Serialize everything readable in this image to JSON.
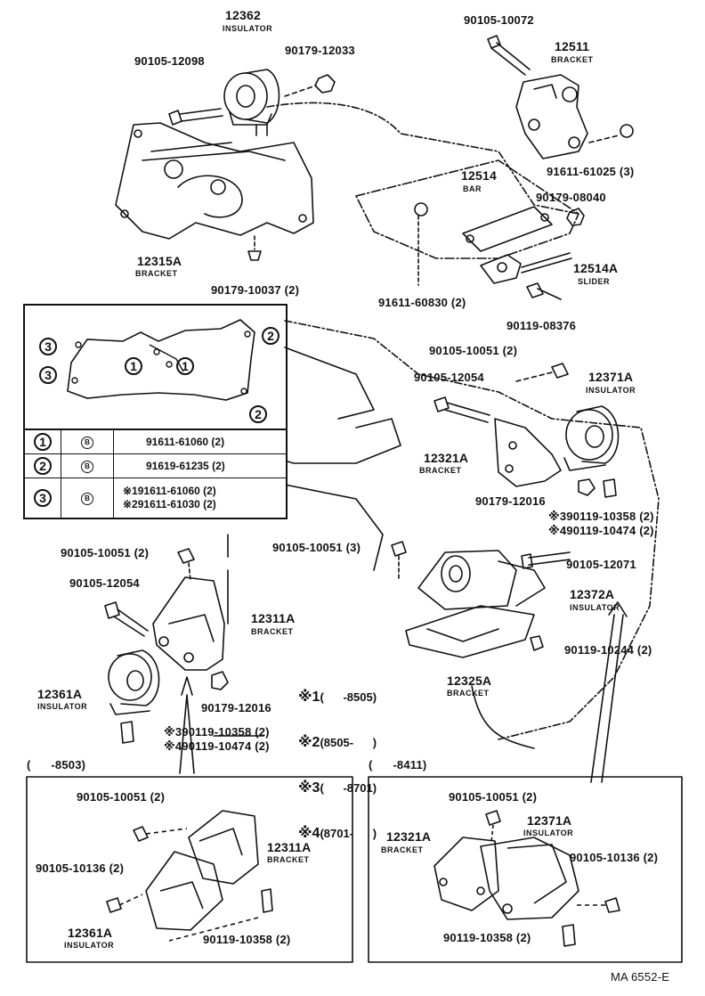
{
  "labels": {
    "p12362": "12362",
    "p12362_sub": "INSULATOR",
    "p90179_12033": "90179-12033",
    "p90105_12098": "90105-12098",
    "p90105_10072": "90105-10072",
    "p12511": "12511",
    "p12511_sub": "BRACKET",
    "p91611_61025": "91611-61025 (3)",
    "p12514": "12514",
    "p12514_sub": "BAR",
    "p90179_08040": "90179-08040",
    "p12315A": "12315A",
    "p12315A_sub": "BRACKET",
    "p90179_10037": "90179-10037 (2)",
    "p12514A": "12514A",
    "p12514A_sub": "SLIDER",
    "p91611_60830": "91611-60830 (2)",
    "p90119_08376": "90119-08376",
    "p90105_10051_a": "90105-10051 (2)",
    "p90105_12054_a": "90105-12054",
    "p12371A_a": "12371A",
    "p12371A_a_sub": "INSULATOR",
    "p12321A_a": "12321A",
    "p12321A_a_sub": "BRACKET",
    "p90179_12016_a": "90179-12016",
    "p90119_10358_a": "※390119-10358 (2)",
    "p90119_10474_a": "※490119-10474 (2)",
    "p90105_10051_b": "90105-10051 (3)",
    "p90105_12071": "90105-12071",
    "p12372A": "12372A",
    "p12372A_sub": "INSULATOR",
    "p90119_10244": "90119-10244 (2)",
    "p12325A": "12325A",
    "p12325A_sub": "BRACKET",
    "p90105_10051_c": "90105-10051 (2)",
    "p90105_12054_b": "90105-12054",
    "p12311A_a": "12311A",
    "p12311A_a_sub": "BRACKET",
    "p12361A_a": "12361A",
    "p12361A_a_sub": "INSULATOR",
    "p90179_12016_b": "90179-12016",
    "p90119_10358_b": "※390119-10358 (2)",
    "p90119_10474_b": "※490119-10474 (2)",
    "box_left_title": "(      -8503)",
    "box_right_title": "(      -8411)",
    "bl_90105_10051": "90105-10051 (2)",
    "bl_12311A": "12311A",
    "bl_12311A_sub": "BRACKET",
    "bl_90105_10136": "90105-10136 (2)",
    "bl_12361A": "12361A",
    "bl_12361A_sub": "INSULATOR",
    "bl_90119_10358": "90119-10358 (2)",
    "br_90105_10051": "90105-10051 (2)",
    "br_12321A": "12321A",
    "br_12321A_sub": "BRACKET",
    "br_12371A": "12371A",
    "br_12371A_sub": "INSULATOR",
    "br_90105_10136": "90105-10136 (2)",
    "br_90119_10358": "90119-10358 (2)",
    "doc_code": "MA 6552-E"
  },
  "legend": [
    {
      "mark": "※1",
      "range": "(      -8505)"
    },
    {
      "mark": "※2",
      "range": "(8505-      )"
    },
    {
      "mark": "※3",
      "range": "(      -8701)"
    },
    {
      "mark": "※4",
      "range": "(8701-      )"
    }
  ],
  "reference_table": {
    "rows": [
      {
        "num": "1",
        "type": "B",
        "part": "91611-61060 (2)"
      },
      {
        "num": "2",
        "type": "B",
        "part": "91619-61235 (2)"
      },
      {
        "num": "3",
        "type": "B",
        "part": "※191611-61060 (2)",
        "part2": "※291611-61030 (2)"
      }
    ]
  },
  "inset_marks": {
    "one": "1",
    "two": "2",
    "three": "3",
    "b": "B"
  }
}
